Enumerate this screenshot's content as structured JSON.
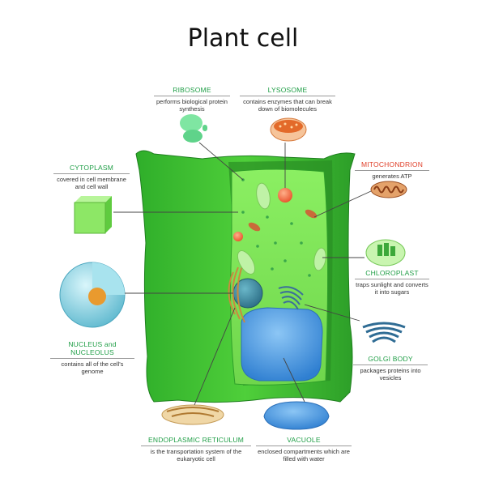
{
  "title": "Plant cell",
  "colors": {
    "heading": "#1f9e46",
    "heading_alt": "#e0412b",
    "wall": "#3fbf2e",
    "cytoplasm": "#7fe35a",
    "vacuole": "#4a9be0",
    "nucleus": "#3d8fa8",
    "mitochondrion": "#c96a3a"
  },
  "labels": {
    "ribosome": {
      "name": "RIBOSOME",
      "desc": "performs biological protein synthesis"
    },
    "lysosome": {
      "name": "LYSOSOME",
      "desc": "contains enzymes that can break down of biomolecules"
    },
    "cytoplasm": {
      "name": "CYTOPLASM",
      "desc": "covered in cell membrane and cell wall"
    },
    "mitochondrion": {
      "name": "MITOCHONDRION",
      "desc": "generates ATP"
    },
    "chloroplast": {
      "name": "CHLOROPLAST",
      "desc": "traps sunlight and converts it into sugars"
    },
    "nucleus": {
      "name": "NUCLEUS and NUCLEOLUS",
      "desc": "contains all of the cell's genome"
    },
    "golgi": {
      "name": "GOLGI BODY",
      "desc": "packages proteins into vesicles"
    },
    "er": {
      "name": "ENDOPLASMIC RETICULUM",
      "desc": "is the transportation system of the eukaryotic cell"
    },
    "vacuole": {
      "name": "VACUOLE",
      "desc": "enclosed compartments which are filled with water"
    }
  }
}
